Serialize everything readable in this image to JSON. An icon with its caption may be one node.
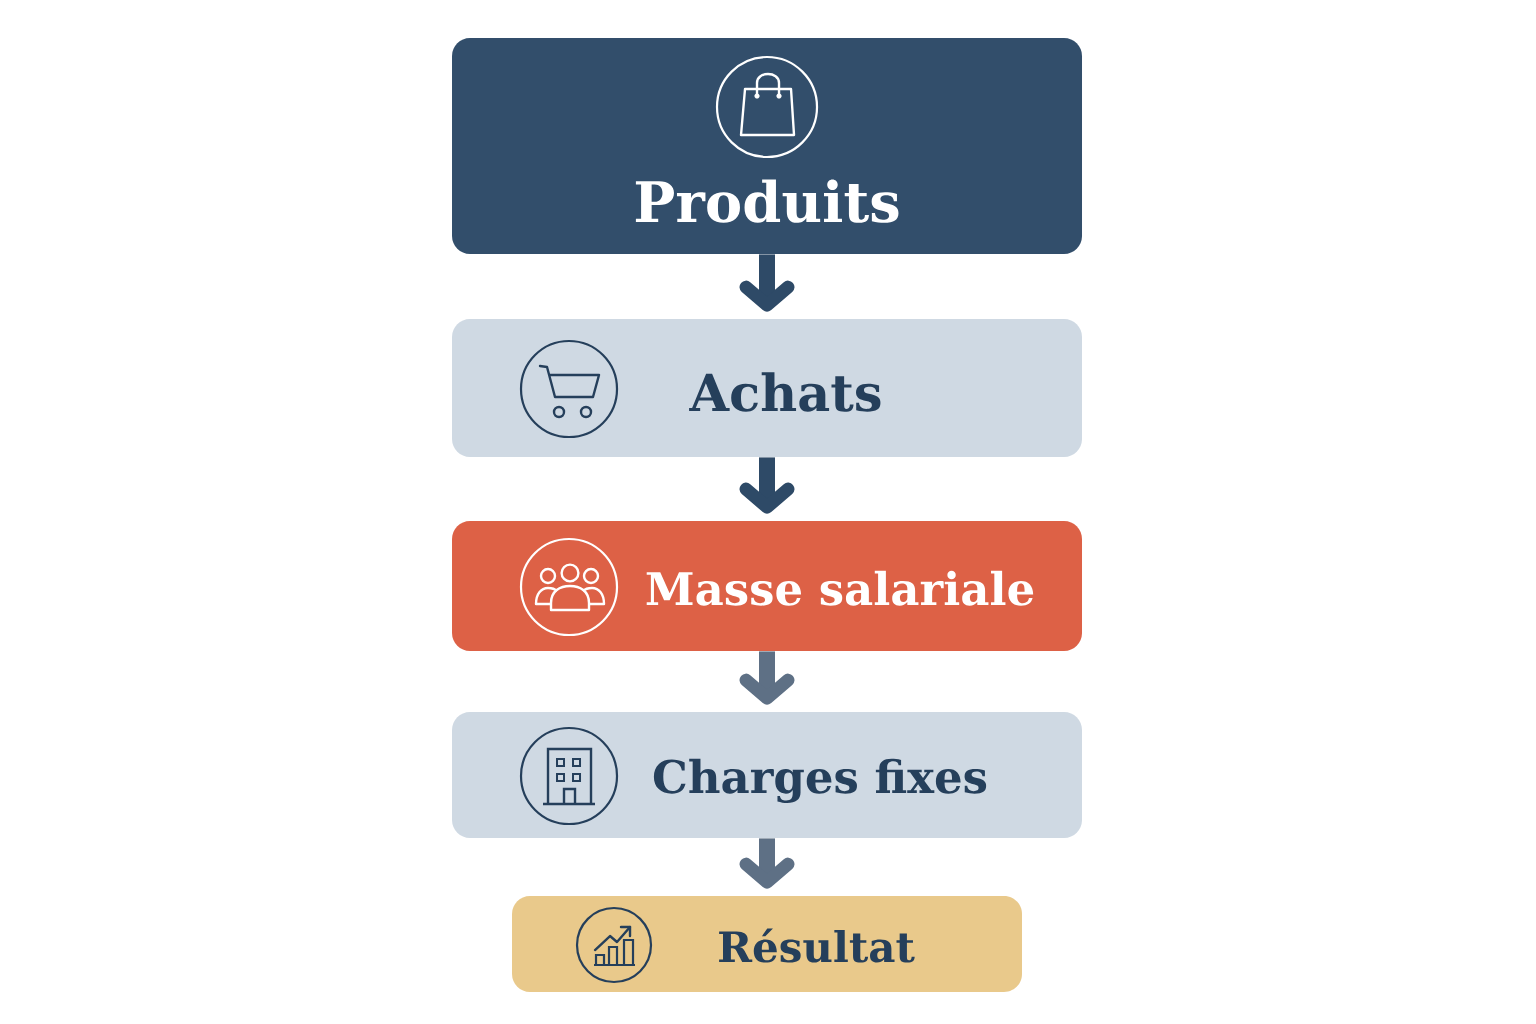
{
  "diagram": {
    "nodes": [
      {
        "text": [
          "Produits"
        ]
      },
      {
        "text": [
          "Achats"
        ]
      },
      {
        "text": [
          "Masse salariale"
        ]
      },
      {
        "text": [
          "Charges fixes"
        ]
      },
      {
        "text": [
          "Résultat"
        ]
      }
    ],
    "edges": [
      {
        "from": 0,
        "to": 1,
        "arrow": "to"
      },
      {
        "from": 1,
        "to": 2,
        "arrow": "to"
      },
      {
        "from": 2,
        "to": 3,
        "arrow": "to",
        "color": "#5e7085"
      },
      {
        "from": 3,
        "to": 4,
        "arrow": "to",
        "color": "#5e7085"
      }
    ]
  }
}
